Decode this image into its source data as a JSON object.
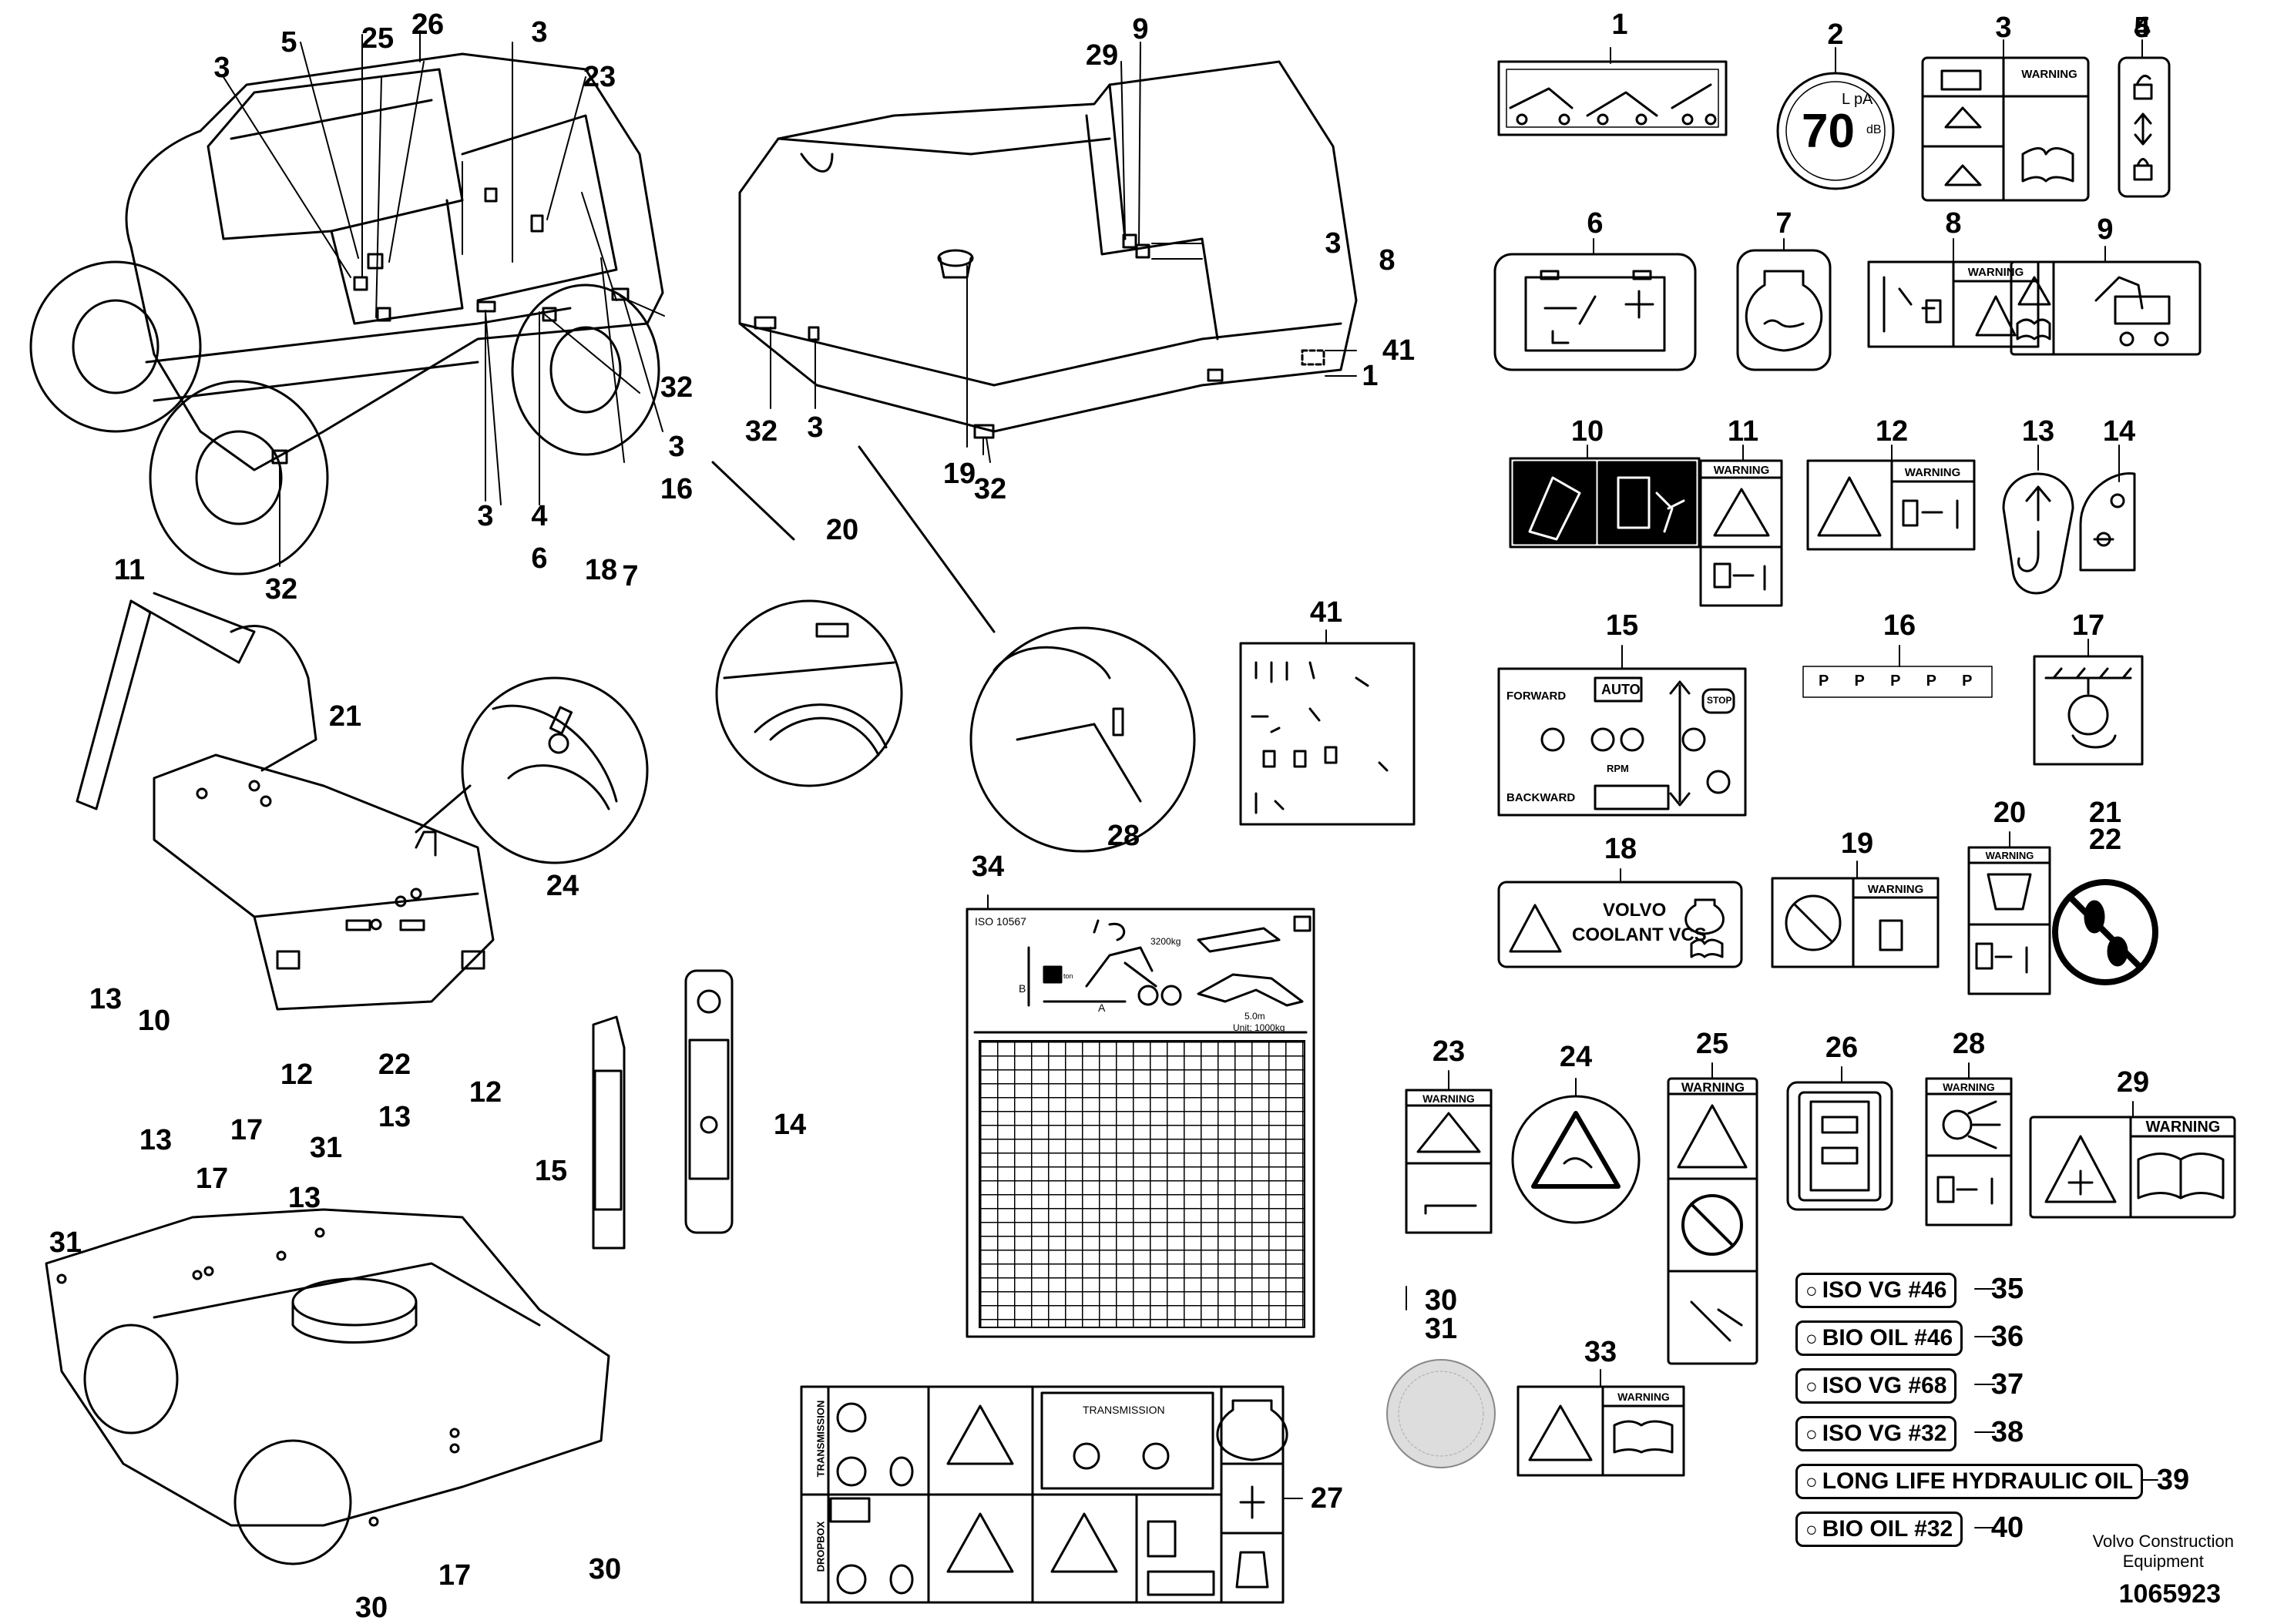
{
  "callouts": [
    {
      "n": "1"
    },
    {
      "n": "2"
    },
    {
      "n": "3"
    },
    {
      "n": "4"
    },
    {
      "n": "5"
    },
    {
      "n": "6"
    },
    {
      "n": "7"
    },
    {
      "n": "8"
    },
    {
      "n": "9"
    },
    {
      "n": "10"
    },
    {
      "n": "11"
    },
    {
      "n": "12"
    },
    {
      "n": "13"
    },
    {
      "n": "14"
    },
    {
      "n": "15"
    },
    {
      "n": "16"
    },
    {
      "n": "17"
    },
    {
      "n": "18"
    },
    {
      "n": "19"
    },
    {
      "n": "20"
    },
    {
      "n": "21"
    },
    {
      "n": "22"
    },
    {
      "n": "23"
    },
    {
      "n": "24"
    },
    {
      "n": "25"
    },
    {
      "n": "26"
    },
    {
      "n": "27"
    },
    {
      "n": "28"
    },
    {
      "n": "29"
    },
    {
      "n": "30"
    },
    {
      "n": "31"
    },
    {
      "n": "32"
    },
    {
      "n": "33"
    },
    {
      "n": "34"
    },
    {
      "n": "35"
    },
    {
      "n": "36"
    },
    {
      "n": "37"
    },
    {
      "n": "38"
    },
    {
      "n": "39"
    },
    {
      "n": "40"
    },
    {
      "n": "41"
    }
  ],
  "decal_2": {
    "lpa": "L pA",
    "value": "70",
    "unit": "dB"
  },
  "warning_word": "WARNING",
  "decal_15": {
    "forward": "FORWARD",
    "backward": "BACKWARD",
    "auto": "AUTO",
    "rpm": "RPM",
    "stop": "STOP"
  },
  "decal_16": {
    "text": "P P P P P"
  },
  "decal_18": {
    "line1": "VOLVO",
    "line2": "COOLANT VCS"
  },
  "decal_27": {
    "transmission_side": "TRANSMISSION",
    "dropbox_side": "DROPBOX",
    "transmission_box": "TRANSMISSION"
  },
  "decal_34": {
    "iso": "ISO 10567",
    "weight": "3200kg",
    "unit": "Unit; 1000kg",
    "reach": "5.0m",
    "a": "A",
    "b": "B",
    "ton": "ton"
  },
  "oil_labels": [
    {
      "num": "35",
      "text": "ISO VG #46"
    },
    {
      "num": "36",
      "text": "BIO OIL #46"
    },
    {
      "num": "37",
      "text": "ISO VG #68"
    },
    {
      "num": "38",
      "text": "ISO VG #32"
    },
    {
      "num": "39",
      "text": "LONG LIFE HYDRAULIC OIL"
    },
    {
      "num": "40",
      "text": "BIO OIL #32"
    }
  ],
  "credit": {
    "line1": "Volvo Construction",
    "line2": "Equipment"
  },
  "part_number": "1065923",
  "colors": {
    "ink": "#000000",
    "paper": "#ffffff",
    "grey": "#d9d9d9"
  }
}
